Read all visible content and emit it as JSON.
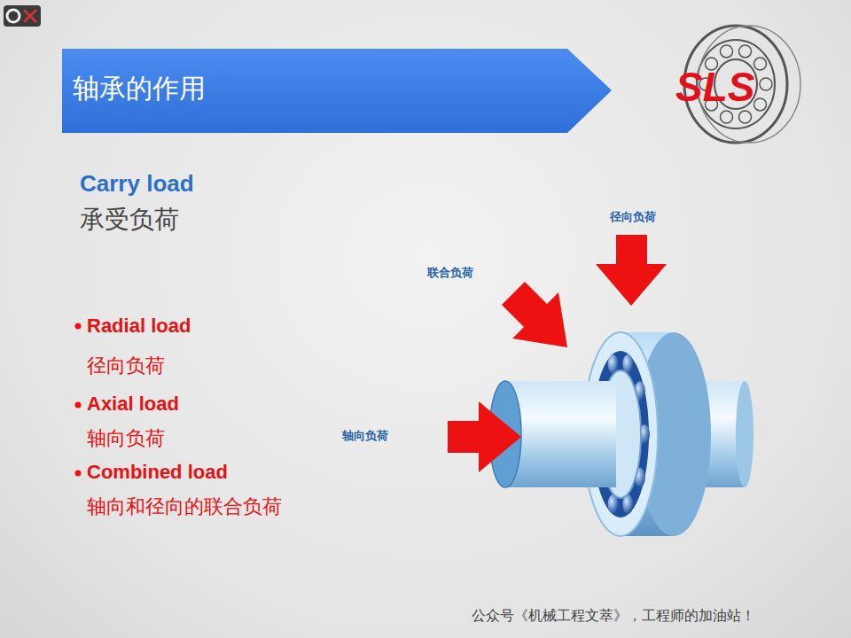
{
  "diagram": {
    "title": "轴承的作用",
    "labels": [
      "SLS",
      "Carry load",
      "承受负荷",
      "Radial load",
      "径向负荷",
      "Axial load",
      "轴向负荷",
      "Combined load",
      "轴向和径向的联合负荷",
      "径向负荷",
      "联合负荷",
      "轴向负荷",
      "公众号《机械工程文萃》，工程师的加油站！"
    ]
  }
}
